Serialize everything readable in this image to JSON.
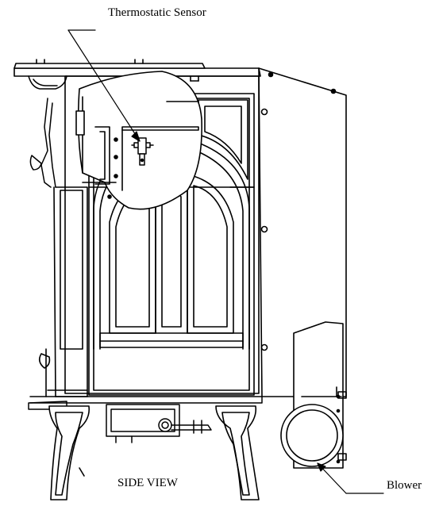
{
  "labels": {
    "sensor": "Thermostatic Sensor",
    "view": "SIDE VIEW",
    "blower": "Blower"
  },
  "colors": {
    "line": "#000000",
    "fill": "#ffffff"
  }
}
